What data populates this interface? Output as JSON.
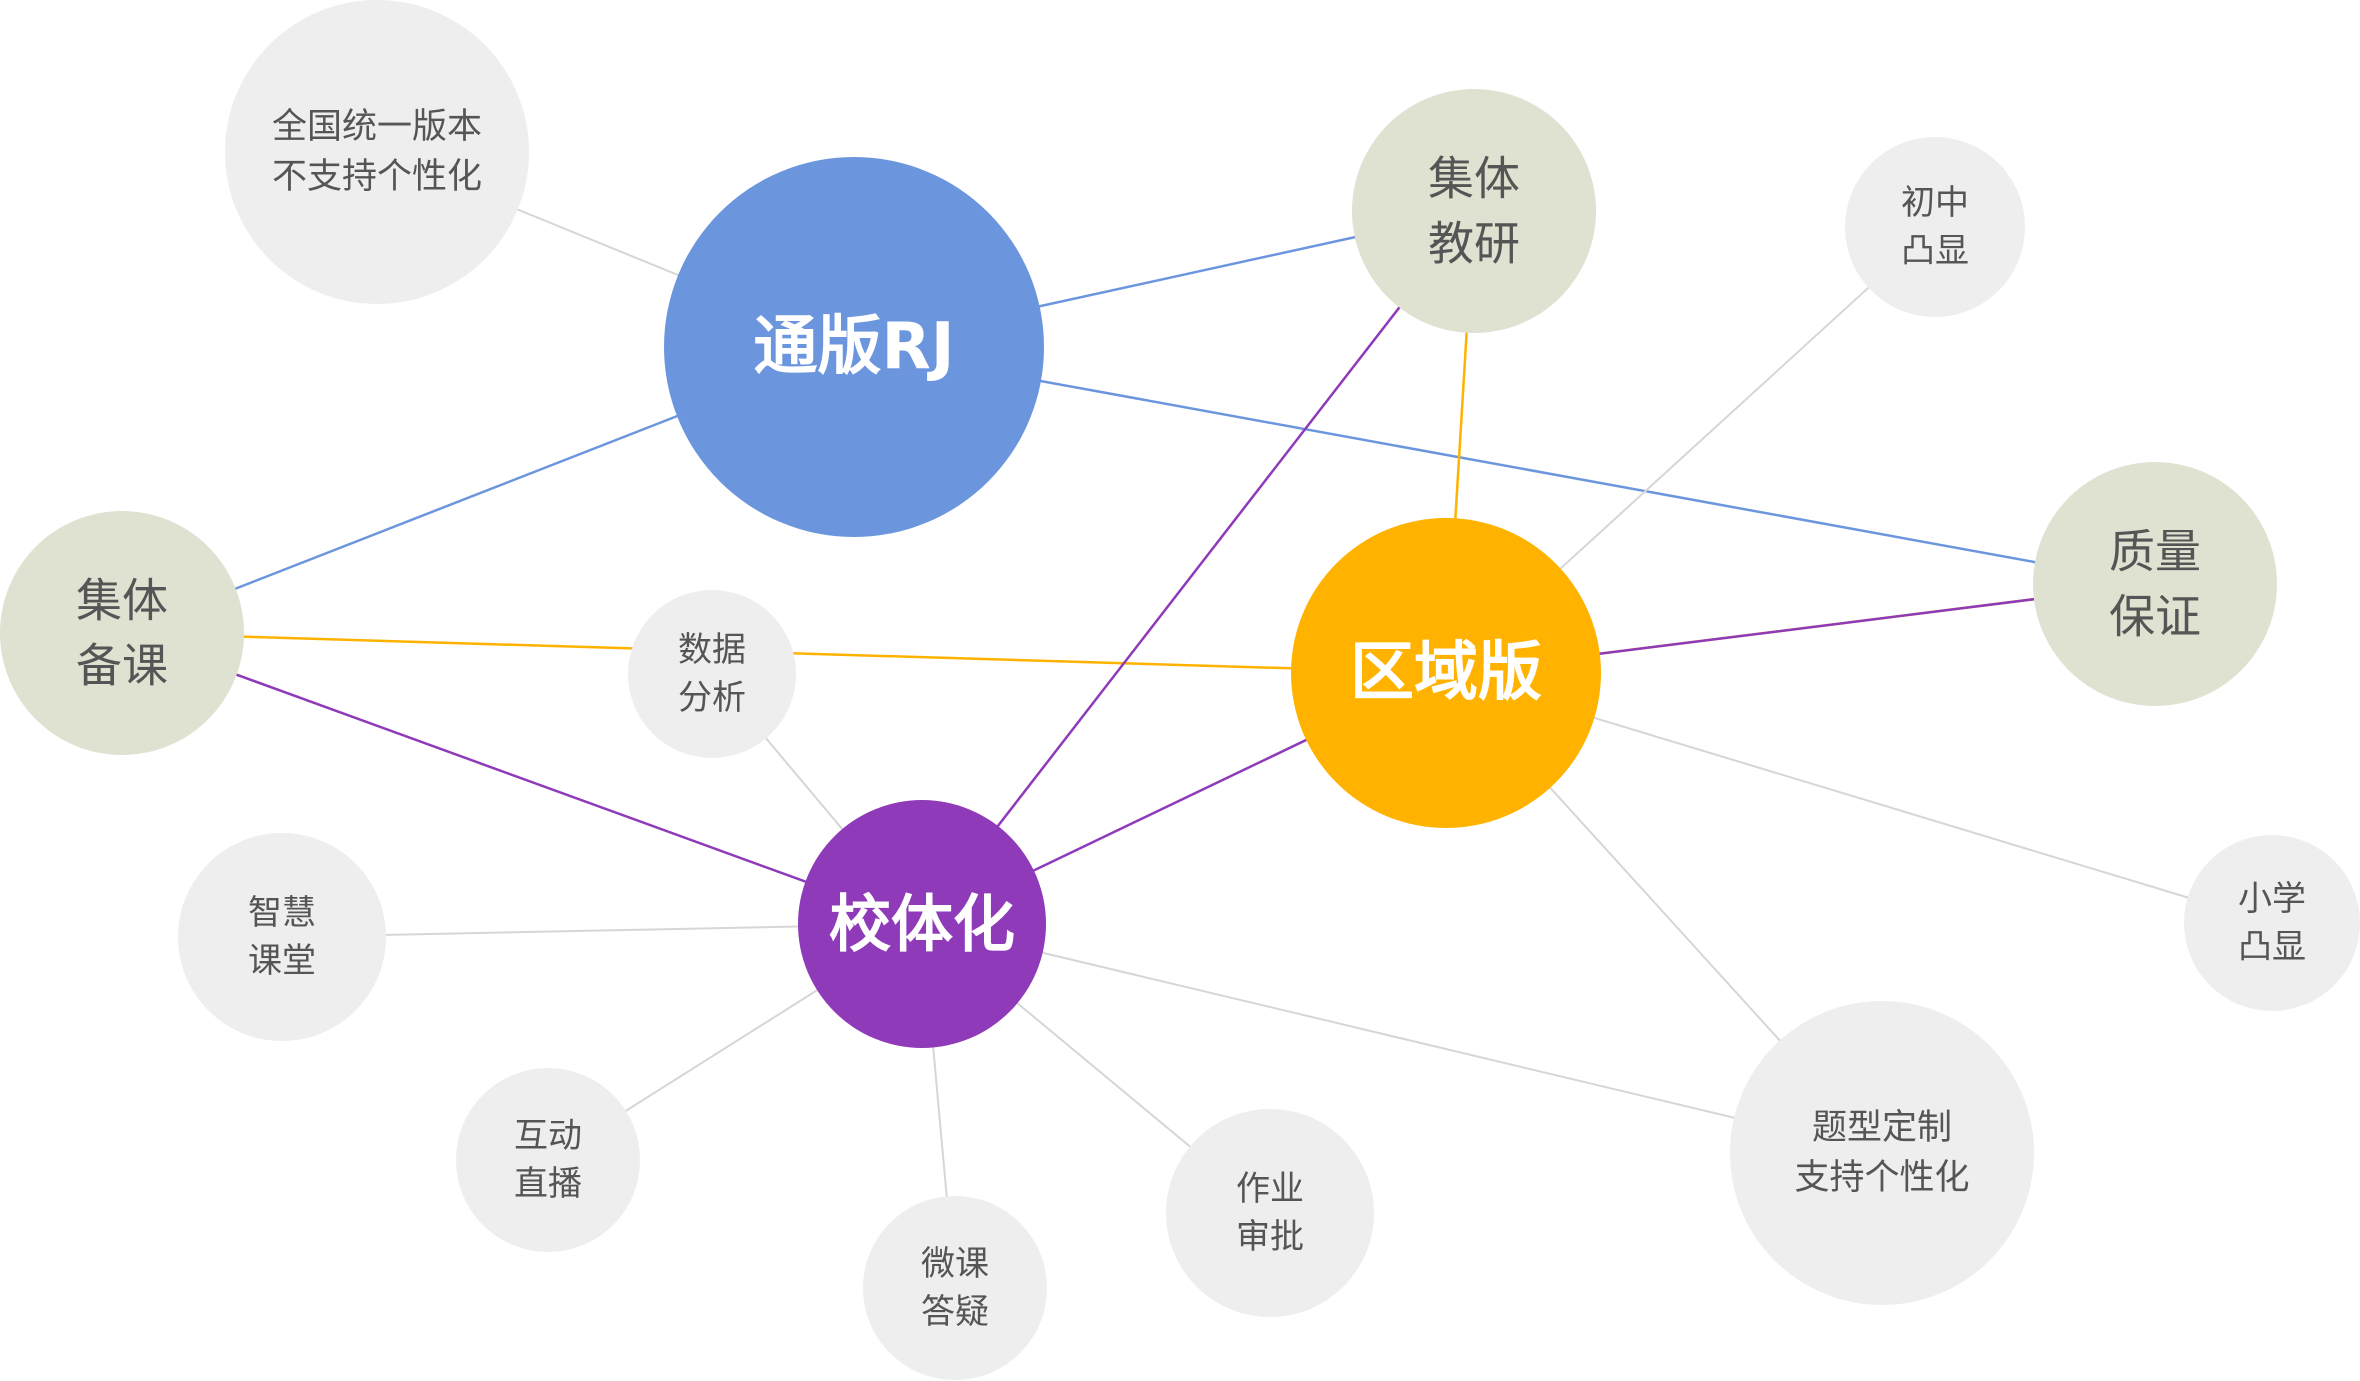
{
  "colors": {
    "blue": "#6b96de",
    "orange": "#ffb300",
    "purple": "#8e3ab9",
    "sage": "#dfe1d1",
    "grey_node": "#eeeeee",
    "grey_edge": "#d6d6d6",
    "text_dark": "#555555",
    "text_white": "#ffffff"
  },
  "nodes": [
    {
      "id": "tongban",
      "lines": [
        "通版RJ"
      ],
      "kind": "hub",
      "color": "blue"
    },
    {
      "id": "quyu",
      "lines": [
        "区域版"
      ],
      "kind": "hub",
      "color": "orange"
    },
    {
      "id": "xiaoti",
      "lines": [
        "校体化"
      ],
      "kind": "hub",
      "color": "purple"
    },
    {
      "id": "jiti_jy",
      "lines": [
        "集体",
        "教研"
      ],
      "kind": "sage"
    },
    {
      "id": "jiti_bk",
      "lines": [
        "集体",
        "备课"
      ],
      "kind": "sage"
    },
    {
      "id": "zhiliang",
      "lines": [
        "质量",
        "保证"
      ],
      "kind": "sage"
    },
    {
      "id": "quanguo",
      "lines": [
        "全国统一版本",
        "不支持个性化"
      ],
      "kind": "leaf"
    },
    {
      "id": "chuzhong",
      "lines": [
        "初中",
        "凸显"
      ],
      "kind": "leaf"
    },
    {
      "id": "shuju",
      "lines": [
        "数据",
        "分析"
      ],
      "kind": "leaf"
    },
    {
      "id": "zhihui",
      "lines": [
        "智慧",
        "课堂"
      ],
      "kind": "leaf"
    },
    {
      "id": "hudong",
      "lines": [
        "互动",
        "直播"
      ],
      "kind": "leaf"
    },
    {
      "id": "weike",
      "lines": [
        "微课",
        "答疑"
      ],
      "kind": "leaf"
    },
    {
      "id": "zuoye",
      "lines": [
        "作业",
        "审批"
      ],
      "kind": "leaf"
    },
    {
      "id": "tixing",
      "lines": [
        "题型定制",
        "支持个性化"
      ],
      "kind": "leaf"
    },
    {
      "id": "xiaoxue",
      "lines": [
        "小学",
        "凸显"
      ],
      "kind": "leaf"
    }
  ],
  "edges": [
    {
      "from": "tongban",
      "to": "quanguo",
      "color": "grey_edge"
    },
    {
      "from": "tongban",
      "to": "jiti_jy",
      "color": "blue"
    },
    {
      "from": "tongban",
      "to": "jiti_bk",
      "color": "blue"
    },
    {
      "from": "tongban",
      "to": "zhiliang",
      "color": "blue"
    },
    {
      "from": "quyu",
      "to": "jiti_jy",
      "color": "orange"
    },
    {
      "from": "quyu",
      "to": "jiti_bk",
      "color": "orange"
    },
    {
      "from": "quyu",
      "to": "zhiliang",
      "color": "orange"
    },
    {
      "from": "quyu",
      "to": "chuzhong",
      "color": "grey_edge"
    },
    {
      "from": "quyu",
      "to": "xiaoxue",
      "color": "grey_edge"
    },
    {
      "from": "quyu",
      "to": "tixing",
      "color": "grey_edge"
    },
    {
      "from": "xiaoti",
      "to": "jiti_jy",
      "color": "purple"
    },
    {
      "from": "xiaoti",
      "to": "jiti_bk",
      "color": "purple"
    },
    {
      "from": "xiaoti",
      "to": "quyu",
      "color": "purple"
    },
    {
      "from": "quyu",
      "to": "zhiliang",
      "color": "purple"
    },
    {
      "from": "xiaoti",
      "to": "shuju",
      "color": "grey_edge"
    },
    {
      "from": "xiaoti",
      "to": "zhihui",
      "color": "grey_edge"
    },
    {
      "from": "xiaoti",
      "to": "hudong",
      "color": "grey_edge"
    },
    {
      "from": "xiaoti",
      "to": "weike",
      "color": "grey_edge"
    },
    {
      "from": "xiaoti",
      "to": "zuoye",
      "color": "grey_edge"
    },
    {
      "from": "xiaoti",
      "to": "tixing",
      "color": "grey_edge"
    }
  ]
}
